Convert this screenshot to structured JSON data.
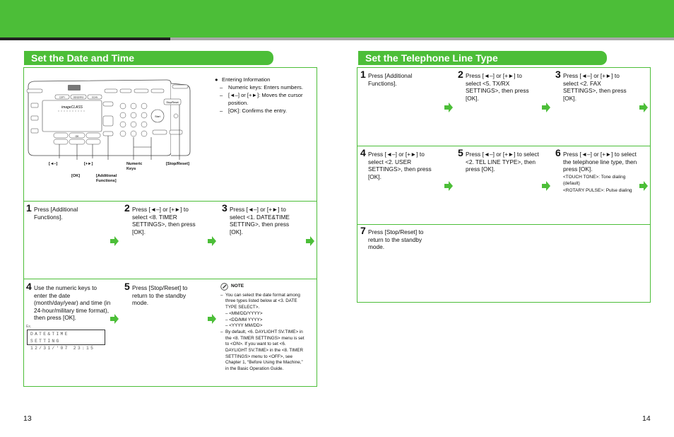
{
  "left": {
    "heading": "Set the Date and Time",
    "info": {
      "title": "Entering Information",
      "bullet_mark": "●",
      "dash": "–",
      "item1": "Numeric keys: Enters numbers.",
      "item2": "[◄–] or [+►]: Moves the cursor position.",
      "item3": "[OK]: Confirms the entry."
    },
    "callouts": {
      "left_key": "[◄–]",
      "right_key": "[+►]",
      "ok": "[OK]",
      "additional": "[Additional Functions]",
      "numeric": "Numeric Keys",
      "stop": "[Stop/Reset]"
    },
    "panel_labels": {
      "copy": "COPY",
      "fax": "SEND/FAX",
      "scan": "SCAN",
      "brand": "imageCLASS",
      "start": "Start",
      "stop": "Stop/Reset",
      "ok": "OK"
    },
    "steps": [
      {
        "num": "1",
        "text": "Press [Additional Functions]."
      },
      {
        "num": "2",
        "text": "Press [◄–] or [+►] to select <8. TIMER SETTINGS>, then press [OK]."
      },
      {
        "num": "3",
        "text": "Press [◄–] or [+►] to select <1. DATE&TIME SETTING>, then press [OK]."
      },
      {
        "num": "4",
        "text": "Use the numeric keys to enter the date (month/day/year) and time (in 24-hour/military time format), then press [OK]."
      },
      {
        "num": "5",
        "text": "Press [Stop/Reset] to return to the standby mode."
      }
    ],
    "example_label": "Ex.",
    "lcd_line1": "DATE&TIME SETTING",
    "lcd_line2": "12/31/'07 23:15",
    "note": {
      "title": "NOTE",
      "dash": "–",
      "item1": "You can select the date format among three types listed below at <3. DATE TYPE SELECT>.",
      "formats": [
        "– <MM/DD/YYYY>",
        "– <DD/MM YYYY>",
        "– <YYYY MM/DD>"
      ],
      "item2": "By default, <6. DAYLIGHT SV.TIME> in the <8. TIMER SETTINGS> menu is set to <ON>. If you want to set <6. DAYLIGHT SV.TIME> in the <8. TIMER SETTINGS> menu to <OFF>, see Chapter 1, “Before Using the Machine,” in the Basic Operation Guide."
    },
    "page_number": "13"
  },
  "right": {
    "heading": "Set the Telephone Line Type",
    "steps": [
      {
        "num": "1",
        "text": "Press [Additional Functions]."
      },
      {
        "num": "2",
        "text": "Press [◄–] or [+►] to select <5. TX/RX SETTINGS>, then press [OK]."
      },
      {
        "num": "3",
        "text": "Press [◄–] or [+►] to select <2. FAX SETTINGS>, then press [OK]."
      },
      {
        "num": "4",
        "text": "Press [◄–] or [+►] to select <2. USER SETTINGS>, then press [OK]."
      },
      {
        "num": "5",
        "text": "Press [◄–] or [+►] to select <2. TEL LINE TYPE>, then press [OK]."
      },
      {
        "num": "6",
        "text": "Press [◄–] or [+►] to select the telephone line type, then press [OK]."
      },
      {
        "num": "7",
        "text": "Press [Stop/Reset] to return to the standby mode."
      }
    ],
    "step6_options": [
      "<TOUCH TONE>: Tone dialing (default)",
      "<ROTARY PULSE>: Pulse dialing"
    ],
    "page_number": "14"
  },
  "colors": {
    "accent_green": "#4cbe38"
  }
}
